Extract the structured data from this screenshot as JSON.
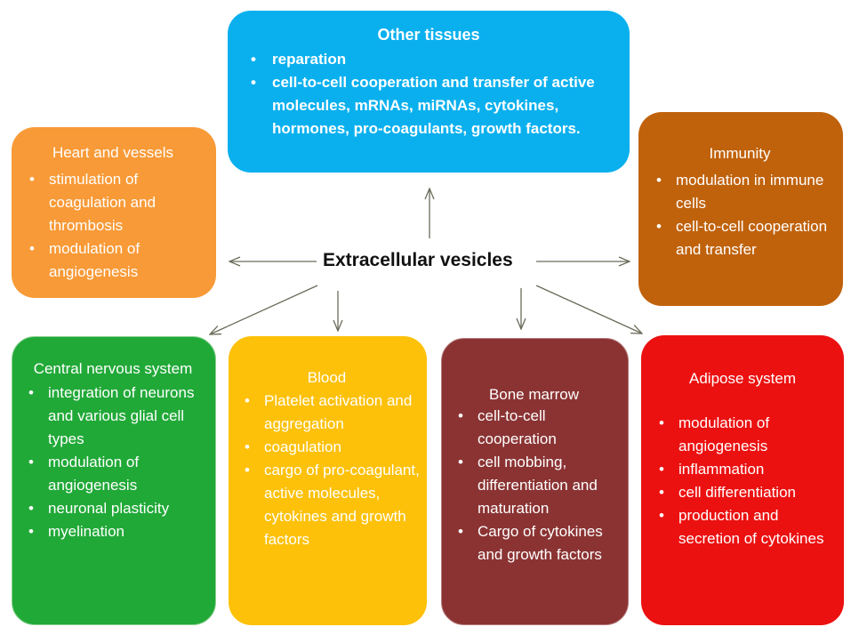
{
  "center": "Extracellular vesicles",
  "other": {
    "title": "Other tissues",
    "items": [
      "reparation",
      "cell-to-cell cooperation and transfer of active molecules, mRNAs, miRNAs, cytokines, hormones, pro-coagulants, growth factors."
    ]
  },
  "heart": {
    "title": "Heart and vessels",
    "items": [
      "stimulation of coagulation and thrombosis",
      "modulation of angiogenesis"
    ]
  },
  "immunity": {
    "title": "Immunity",
    "items": [
      "modulation in immune cells",
      "cell-to-cell cooperation and transfer"
    ]
  },
  "cns": {
    "title": "Central nervous system",
    "items": [
      "integration of neurons and various glial cell types",
      "modulation of angiogenesis",
      "neuronal plasticity",
      "myelination"
    ]
  },
  "blood": {
    "title": "Blood",
    "items": [
      "Platelet activation and aggregation",
      "coagulation",
      "cargo of pro-coagulant, active molecules, cytokines and growth factors"
    ]
  },
  "marrow": {
    "title": "Bone marrow",
    "items": [
      "cell-to-cell cooperation",
      "cell mobbing, differentiation and maturation",
      "Cargo of cytokines and growth factors"
    ]
  },
  "adipose": {
    "title": "Adipose system",
    "items": [
      "modulation of angiogenesis",
      "inflammation",
      "cell differentiation",
      "production and secretion of cytokines"
    ]
  },
  "colors": {
    "other": "#0AB0EE",
    "heart": "#F89A37",
    "immunity": "#C0620C",
    "cns": "#21A938",
    "blood": "#FDC10A",
    "marrow": "#8B3333",
    "adipose": "#EC1111",
    "arrow": "#6b6b5a"
  }
}
